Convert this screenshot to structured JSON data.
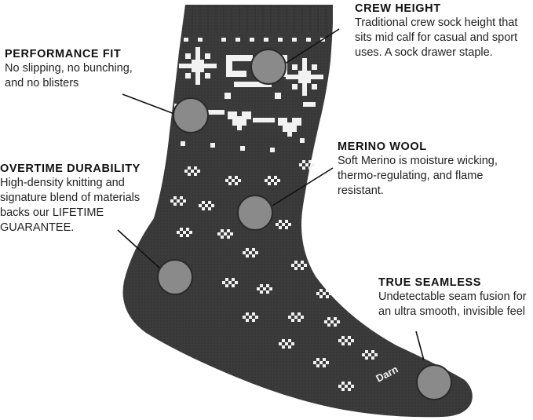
{
  "callouts": {
    "crew_height": {
      "title": "CREW HEIGHT",
      "description": "Traditional crew sock height that sits mid calf for casual and sport uses. A sock drawer staple."
    },
    "performance_fit": {
      "title": "PERFORMANCE FIT",
      "description": "No slipping, no bunching, and no blisters"
    },
    "merino_wool": {
      "title": "MERINO WOOL",
      "description": "Soft Merino is moisture wicking, thermo-regulating, and flame resistant."
    },
    "overtime_durability": {
      "title": "OVERTIME DURABILITY",
      "description": "High-density knitting and signature blend of materials backs our LIFETIME GUARANTEE."
    },
    "true_seamless": {
      "title": "TRUE SEAMLESS",
      "description": "Undetectable seam fusion for an ultra smooth, invisible feel"
    }
  },
  "brand_text": "Darn",
  "colors": {
    "sock": "#3a3a3a",
    "pattern": "#f2f2f2",
    "marker": "#8a8a8a",
    "text": "#222222"
  }
}
